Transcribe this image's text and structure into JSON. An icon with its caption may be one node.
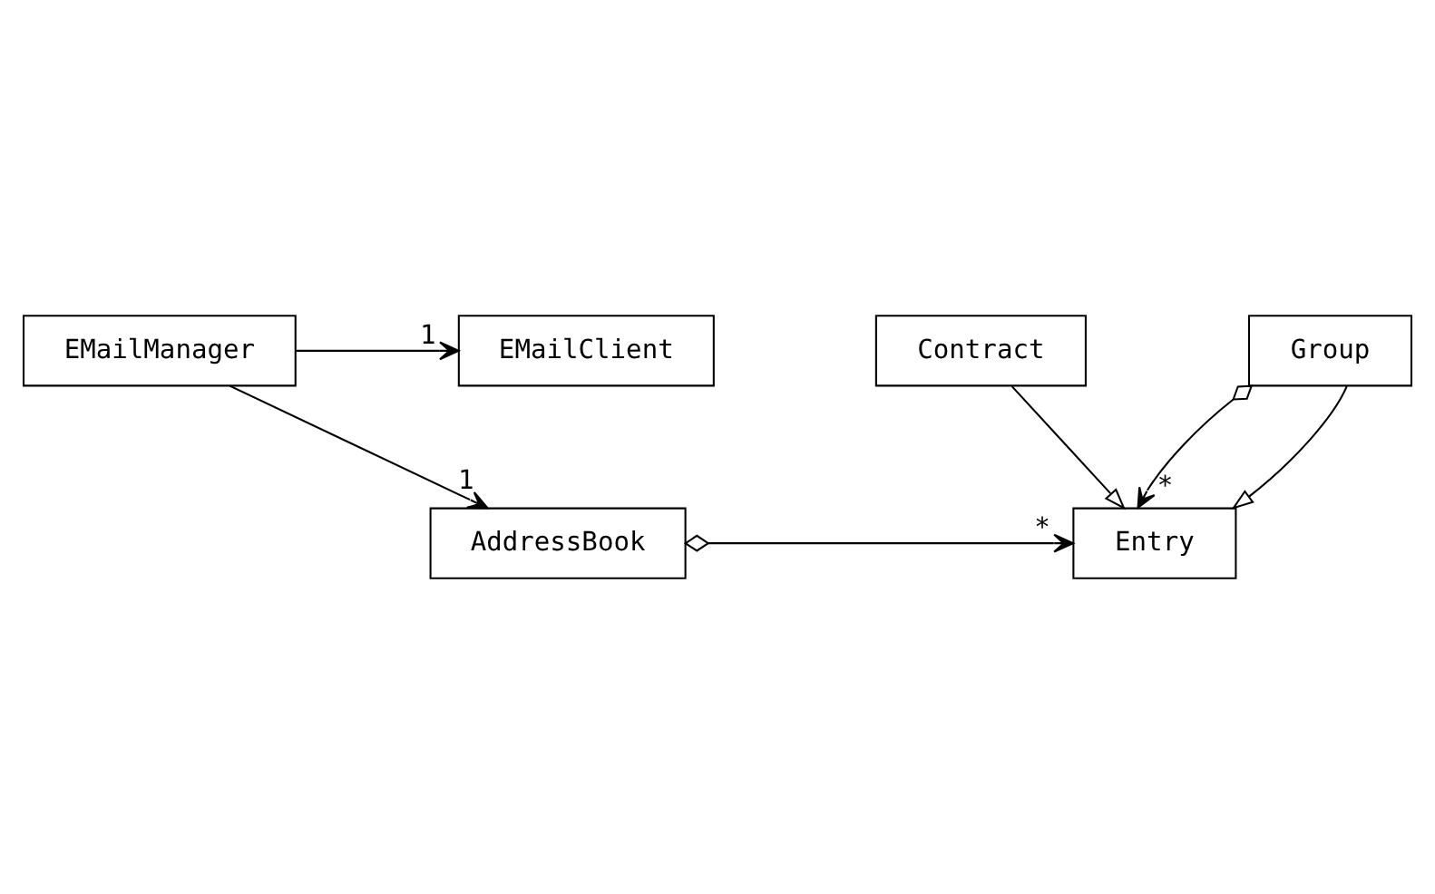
{
  "diagram": {
    "nodes": [
      {
        "text": [
          "EMailManager"
        ]
      },
      {
        "text": [
          "EMailClient"
        ]
      },
      {
        "text": [
          "AddressBook"
        ]
      },
      {
        "text": [
          "Entry"
        ]
      },
      {
        "text": [
          "Contract"
        ]
      },
      {
        "text": [
          "Group"
        ]
      }
    ],
    "edges": [
      {
        "from": 0,
        "to": 1,
        "arrow": "to",
        "label": "1"
      },
      {
        "from": 0,
        "to": 2,
        "arrow": "to",
        "label": "1"
      },
      {
        "from": 2,
        "to": 3,
        "arrow": "to",
        "label": "*"
      },
      {
        "from": 5,
        "to": 3,
        "arrow": "to",
        "label": "*"
      },
      {
        "from": 4,
        "to": 3,
        "arrow": "to"
      },
      {
        "from": 5,
        "to": 3,
        "arrow": "to"
      }
    ]
  }
}
